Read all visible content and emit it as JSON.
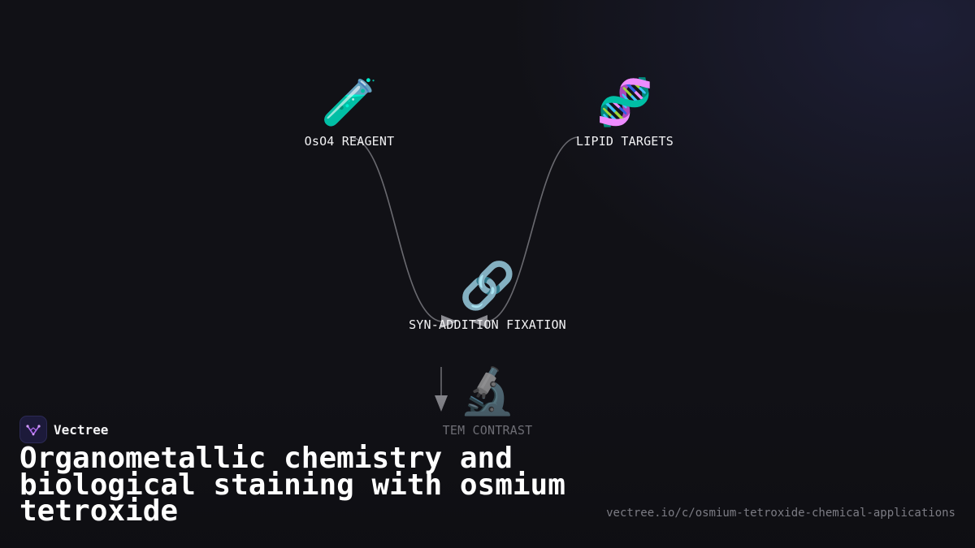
{
  "diagram": {
    "nodes": [
      {
        "id": "oso4",
        "icon": "test-tube",
        "emoji": "🧪",
        "label": "OsO4 REAGENT"
      },
      {
        "id": "lipid",
        "icon": "dna",
        "emoji": "🧬",
        "label": "LIPID TARGETS"
      },
      {
        "id": "fixation",
        "icon": "link",
        "emoji": "🔗",
        "label": "SYN-ADDITION FIXATION"
      },
      {
        "id": "tem",
        "icon": "microscope",
        "emoji": "🔬",
        "label": "TEM CONTRAST"
      }
    ],
    "edges": [
      {
        "from": "oso4",
        "to": "fixation"
      },
      {
        "from": "lipid",
        "to": "fixation"
      },
      {
        "from": "fixation",
        "to": "tem"
      }
    ]
  },
  "brand": {
    "name": "Vectree",
    "accent": "#b06cf0"
  },
  "title": "Organometallic chemistry and biological staining with osmium tetroxide",
  "url": "vectree.io/c/osmium-tetroxide-chemical-applications",
  "colors": {
    "background": "#111116",
    "edge": "#6a6a70",
    "arrow": "#8a8a90"
  }
}
